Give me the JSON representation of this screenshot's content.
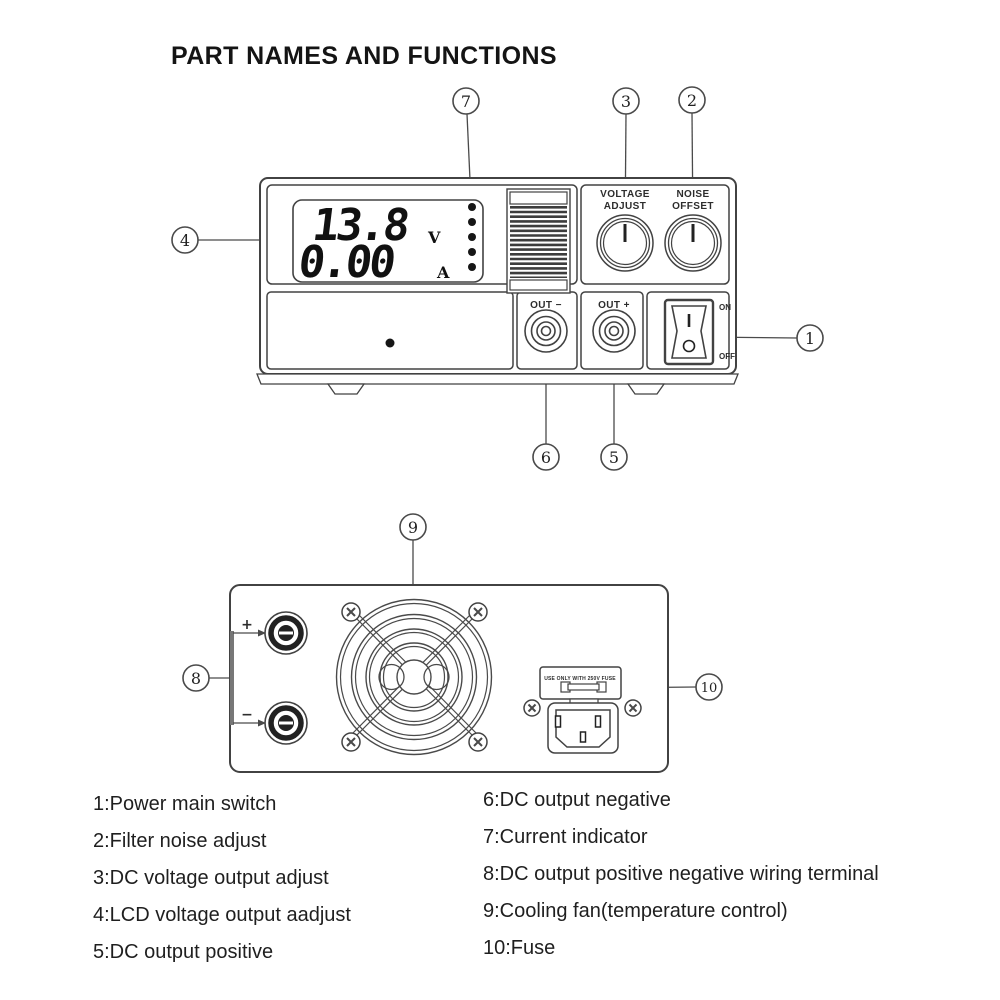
{
  "title": "PART NAMES AND FUNCTIONS",
  "callouts": {
    "c1": "1",
    "c2": "2",
    "c3": "3",
    "c4": "4",
    "c5": "5",
    "c6": "6",
    "c7": "7",
    "c8": "8",
    "c9": "9",
    "c10": "10"
  },
  "front_panel": {
    "display": {
      "voltage_value": "13.8",
      "voltage_unit": "V",
      "current_value": "0.00",
      "current_unit": "A"
    },
    "voltage_knob": {
      "line1": "VOLTAGE",
      "line2": "ADJUST"
    },
    "noise_knob": {
      "line1": "NOISE",
      "line2": "OFFSET"
    },
    "out_negative_label": "OUT −",
    "out_positive_label": "OUT +",
    "switch": {
      "on": "ON",
      "off": "OFF"
    }
  },
  "rear_panel": {
    "fuse_label": "USE ONLY WITH 250V FUSE",
    "terminal_plus": "+",
    "terminal_minus": "−"
  },
  "legend": {
    "left": [
      "1:Power main switch",
      "2:Filter noise adjust",
      "3:DC voltage output adjust",
      "4:LCD voltage output aadjust",
      "5:DC output positive"
    ],
    "right": [
      "6:DC output negative",
      "7:Current indicator",
      "8:DC output positive negative wiring terminal",
      "9:Cooling fan(temperature control)",
      "10:Fuse"
    ]
  }
}
